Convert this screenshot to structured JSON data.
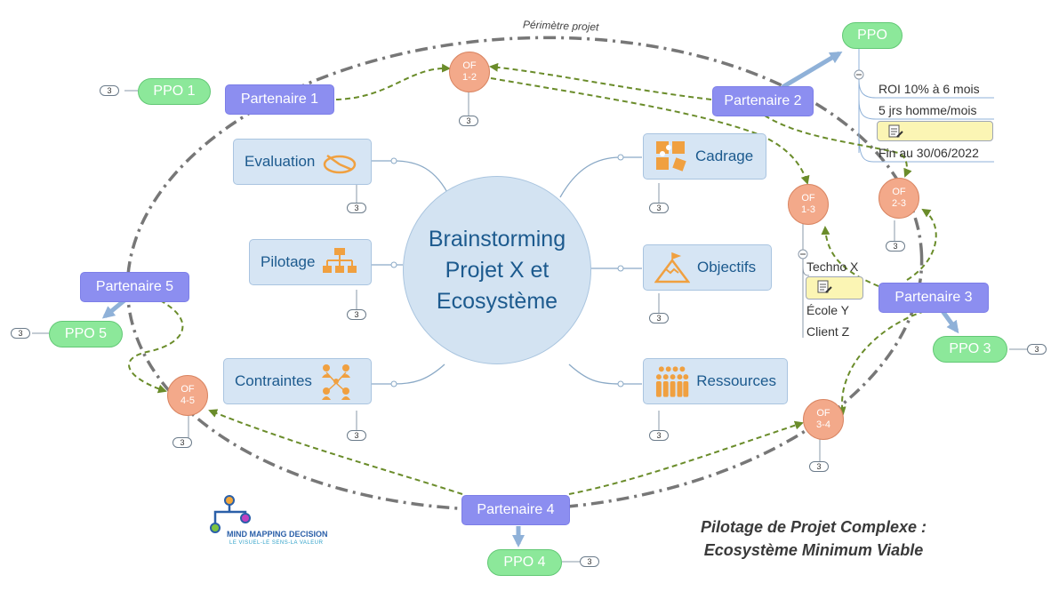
{
  "diagram": {
    "perimeter_label": "Périmètre projet",
    "central": {
      "line1": "Brainstorming",
      "line2": "Projet X  et",
      "line3": "Ecosystème"
    },
    "topics": {
      "evaluation": "Evaluation",
      "pilotage": "Pilotage",
      "contraintes": "Contraintes",
      "cadrage": "Cadrage",
      "objectifs": "Objectifs",
      "ressources": "Ressources"
    },
    "partners": {
      "p1": "Partenaire 1",
      "p2": "Partenaire 2",
      "p3": "Partenaire 3",
      "p4": "Partenaire 4",
      "p5": "Partenaire 5"
    },
    "ppos": {
      "ppo": "PPO",
      "ppo1": "PPO 1",
      "ppo3": "PPO 3",
      "ppo4": "PPO 4",
      "ppo5": "PPO 5"
    },
    "of_nodes": {
      "of12": {
        "l1": "OF",
        "l2": "1-2"
      },
      "of13": {
        "l1": "OF",
        "l2": "1-3"
      },
      "of23": {
        "l1": "OF",
        "l2": "2-3"
      },
      "of34": {
        "l1": "OF",
        "l2": "3-4"
      },
      "of45": {
        "l1": "OF",
        "l2": "4-5"
      }
    },
    "ppo_details": [
      "ROI 10% à 6 mois",
      "5 jrs homme/mois",
      "Fin au 30/06/2022"
    ],
    "of13_details": [
      "Techno X",
      "École Y",
      "Client Z"
    ],
    "badge": "3",
    "collapse_symbol": "−",
    "caption": {
      "line1": "Pilotage de Projet Complexe :",
      "line2": "Ecosystème Minimum Viable"
    },
    "logo": {
      "line1": "MIND MAPPING DECISION",
      "line2": "LE VISUEL-LE SENS-LA VALEUR"
    },
    "colors": {
      "partner": "#8c8ef0",
      "ppo": "#8ce89a",
      "of": "#f3a98a",
      "topic": "#d6e5f4",
      "central": "#d3e3f2",
      "perimeter": "#777777",
      "relation": "#6a8c2a",
      "icon": "#f0a040"
    },
    "icons": [
      "pie-chart-icon",
      "org-chart-icon",
      "network-people-icon",
      "puzzle-icon",
      "mountain-flag-icon",
      "crowd-icon",
      "note-icon"
    ]
  }
}
